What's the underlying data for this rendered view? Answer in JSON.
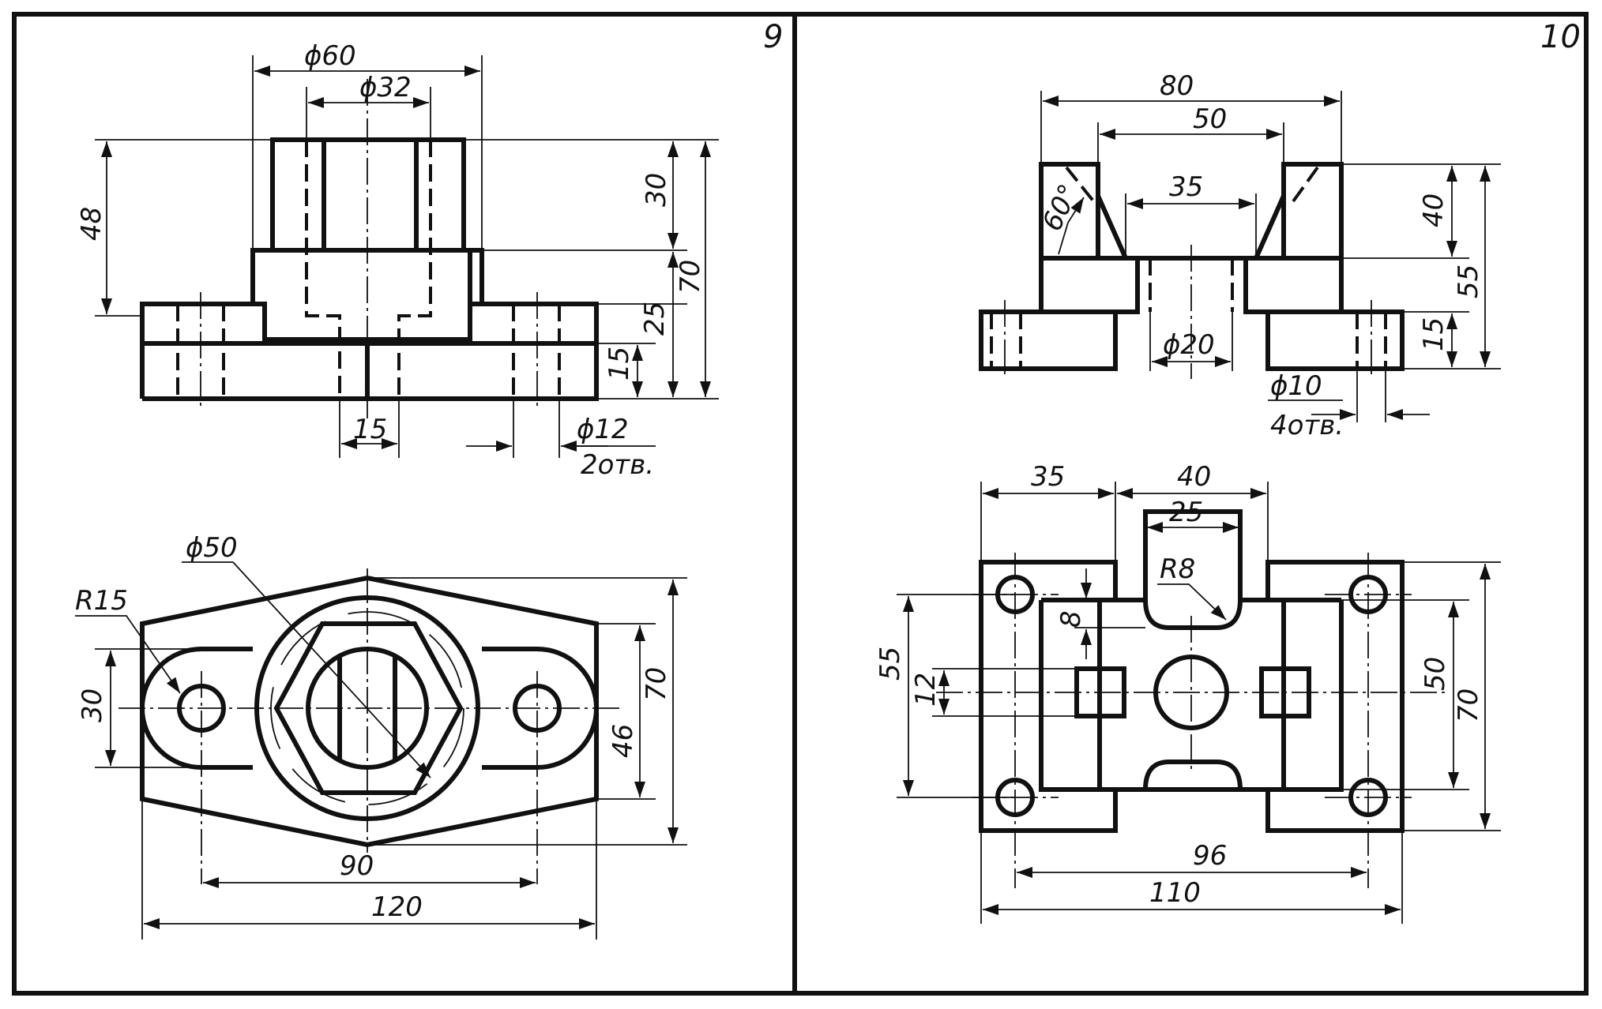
{
  "panels": [
    {
      "number": "9",
      "front_view": {
        "dims": {
          "d60": "ϕ60",
          "d32": "ϕ32",
          "h48": "48",
          "h30": "30",
          "h70": "70",
          "h25": "25",
          "h15": "15",
          "w15": "15",
          "d12": "ϕ12",
          "holes": "2отв."
        }
      },
      "top_view": {
        "dims": {
          "d50": "ϕ50",
          "r15": "R15",
          "h30": "30",
          "h46": "46",
          "h70": "70",
          "w90": "90",
          "w120": "120"
        }
      }
    },
    {
      "number": "10",
      "front_view": {
        "dims": {
          "w80": "80",
          "w50": "50",
          "w35": "35",
          "a60": "60°",
          "h40": "40",
          "h55": "55",
          "h15": "15",
          "d20": "ϕ20",
          "d10": "ϕ10",
          "holes": "4отв."
        }
      },
      "top_view": {
        "dims": {
          "w35": "35",
          "w40": "40",
          "w25": "25",
          "r8": "R8",
          "h8": "8",
          "h55": "55",
          "h12": "12",
          "h50": "50",
          "h70": "70",
          "w96": "96",
          "w110": "110"
        }
      }
    }
  ]
}
